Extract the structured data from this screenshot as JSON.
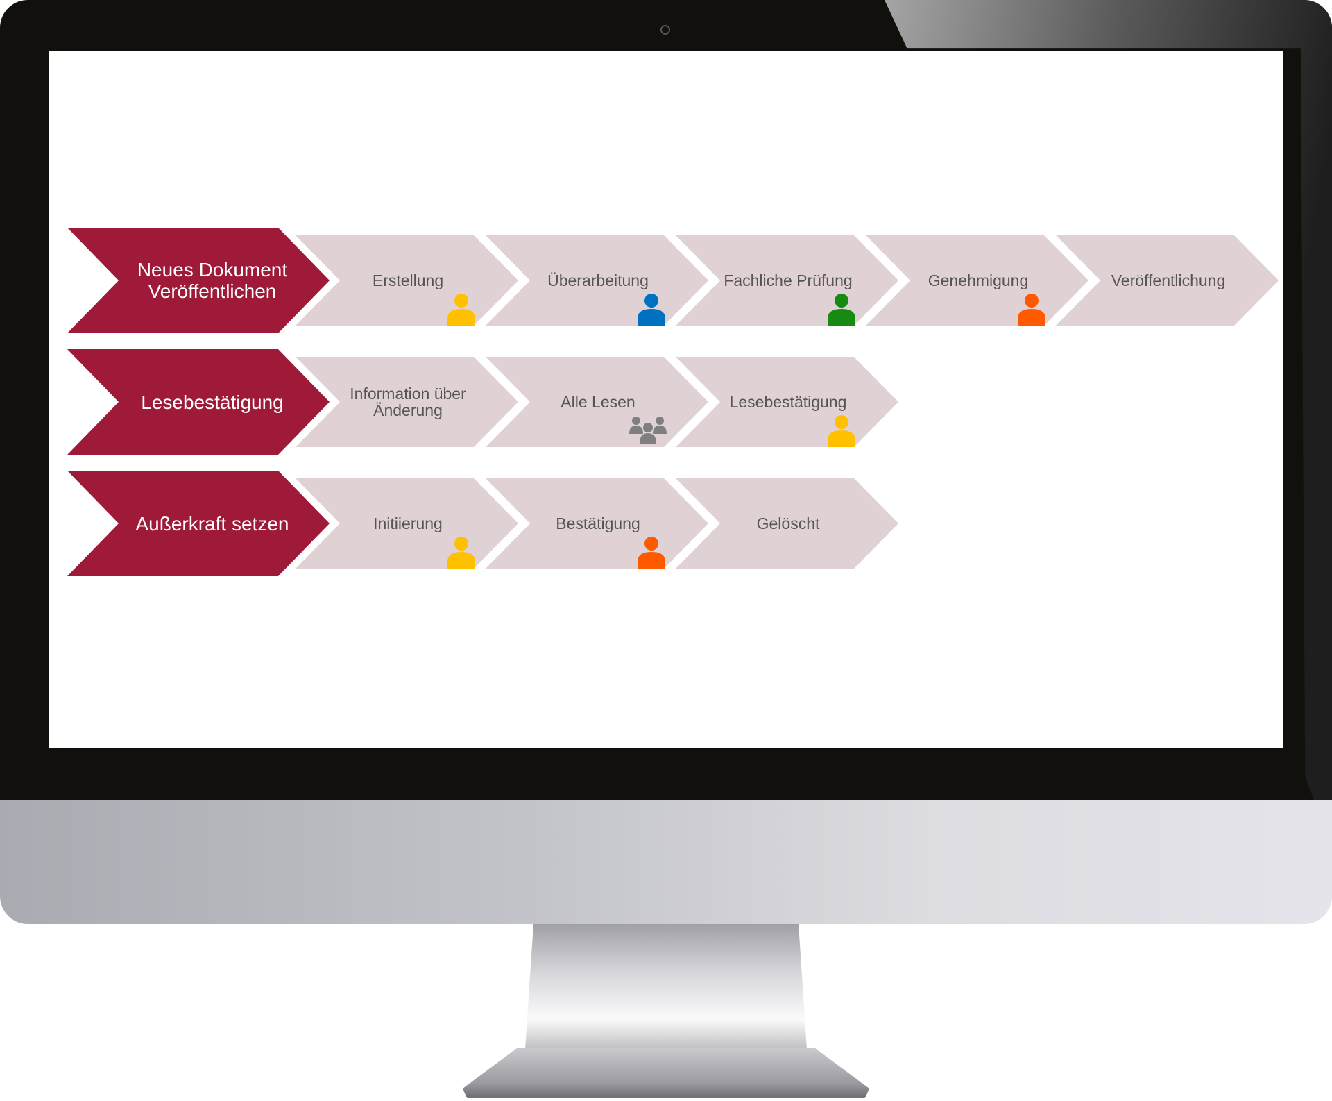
{
  "process_rows": [
    {
      "title": "Neues Dokument Veröffentlichen",
      "title_lines": [
        "Neues",
        "Dokument",
        "Veröffentlichen"
      ],
      "steps": [
        {
          "label": "Erstellung",
          "icon": "person-icon",
          "icon_color": "#ffc000"
        },
        {
          "label": "Überarbeitung",
          "icon": "person-icon",
          "icon_color": "#0070c0"
        },
        {
          "label": "Fachliche Prüfung",
          "icon": "person-icon",
          "icon_color": "#178a12"
        },
        {
          "label": "Genehmigung",
          "icon": "person-icon",
          "icon_color": "#ff5a00"
        },
        {
          "label": "Veröffentlichung",
          "icon": null,
          "icon_color": null
        }
      ]
    },
    {
      "title": "Lesebestätigung",
      "steps": [
        {
          "label": "Information über Änderung",
          "icon": null,
          "icon_color": null
        },
        {
          "label": "Alle Lesen",
          "icon": "group-icon",
          "icon_color": "#7f7f7f"
        },
        {
          "label": "Lesebestätigung",
          "icon": "person-icon",
          "icon_color": "#ffc000"
        }
      ]
    },
    {
      "title": "Außerkraft setzen",
      "steps": [
        {
          "label": "Initiierung",
          "icon": "person-icon",
          "icon_color": "#ffc000"
        },
        {
          "label": "Bestätigung",
          "icon": "person-icon",
          "icon_color": "#ff5a00"
        },
        {
          "label": "Gelöscht",
          "icon": null,
          "icon_color": null
        }
      ]
    }
  ],
  "colors": {
    "header": "#9e1a38",
    "step": "#e0d2d4",
    "step_text": "#555555"
  }
}
